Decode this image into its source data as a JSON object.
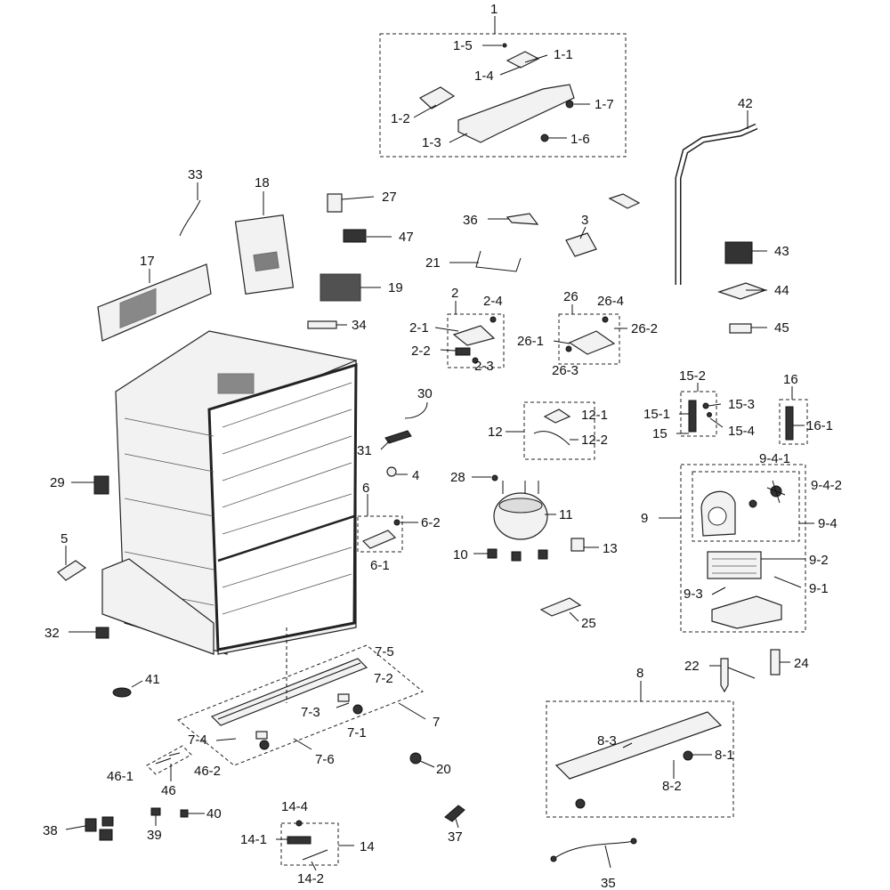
{
  "labels": {
    "l1": "1",
    "l1_5": "1-5",
    "l1_1": "1-1",
    "l1_4": "1-4",
    "l1_7": "1-7",
    "l1_2": "1-2",
    "l1_6": "1-6",
    "l1_3": "1-3",
    "l42": "42",
    "l33": "33",
    "l18": "18",
    "l27": "27",
    "l36": "36",
    "l3": "3",
    "l47": "47",
    "l43": "43",
    "l21": "21",
    "l17": "17",
    "l19": "19",
    "l44": "44",
    "l2": "2",
    "l2_4": "2-4",
    "l26": "26",
    "l26_4": "26-4",
    "l2_1": "2-1",
    "l26_2": "26-2",
    "l34": "34",
    "l45": "45",
    "l26_1": "26-1",
    "l2_2": "2-2",
    "l2_3": "2-3",
    "l26_3": "26-3",
    "l15_2": "15-2",
    "l16": "16",
    "l15_3": "15-3",
    "l12_1": "12-1",
    "l30": "30",
    "l15_1": "15-1",
    "l16_1": "16-1",
    "l12": "12",
    "l15": "15",
    "l15_4": "15-4",
    "l12_2": "12-2",
    "l31": "31",
    "l9_4_1": "9-4-1",
    "l29": "29",
    "l28": "28",
    "l4": "4",
    "l9_4_2": "9-4-2",
    "l6": "6",
    "l11": "11",
    "l9": "9",
    "l6_2": "6-2",
    "l9_4": "9-4",
    "l5": "5",
    "l10": "10",
    "l13": "13",
    "l6_1": "6-1",
    "l9_2": "9-2",
    "l9_3": "9-3",
    "l9_1": "9-1",
    "l25": "25",
    "l32": "32",
    "l7_5": "7-5",
    "l22": "22",
    "l24": "24",
    "l41": "41",
    "l7_2": "7-2",
    "l8": "8",
    "l7_3": "7-3",
    "l7": "7",
    "l8_3": "8-3",
    "l7_1": "7-1",
    "l7_4": "7-4",
    "l8_1": "8-1",
    "l7_6": "7-6",
    "l46_1": "46-1",
    "l46_2": "46-2",
    "l20": "20",
    "l8_2": "8-2",
    "l46": "46",
    "l40": "40",
    "l14_4": "14-4",
    "l37": "37",
    "l38": "38",
    "l39": "39",
    "l14_1": "14-1",
    "l14": "14",
    "l14_2": "14-2",
    "l35": "35"
  }
}
